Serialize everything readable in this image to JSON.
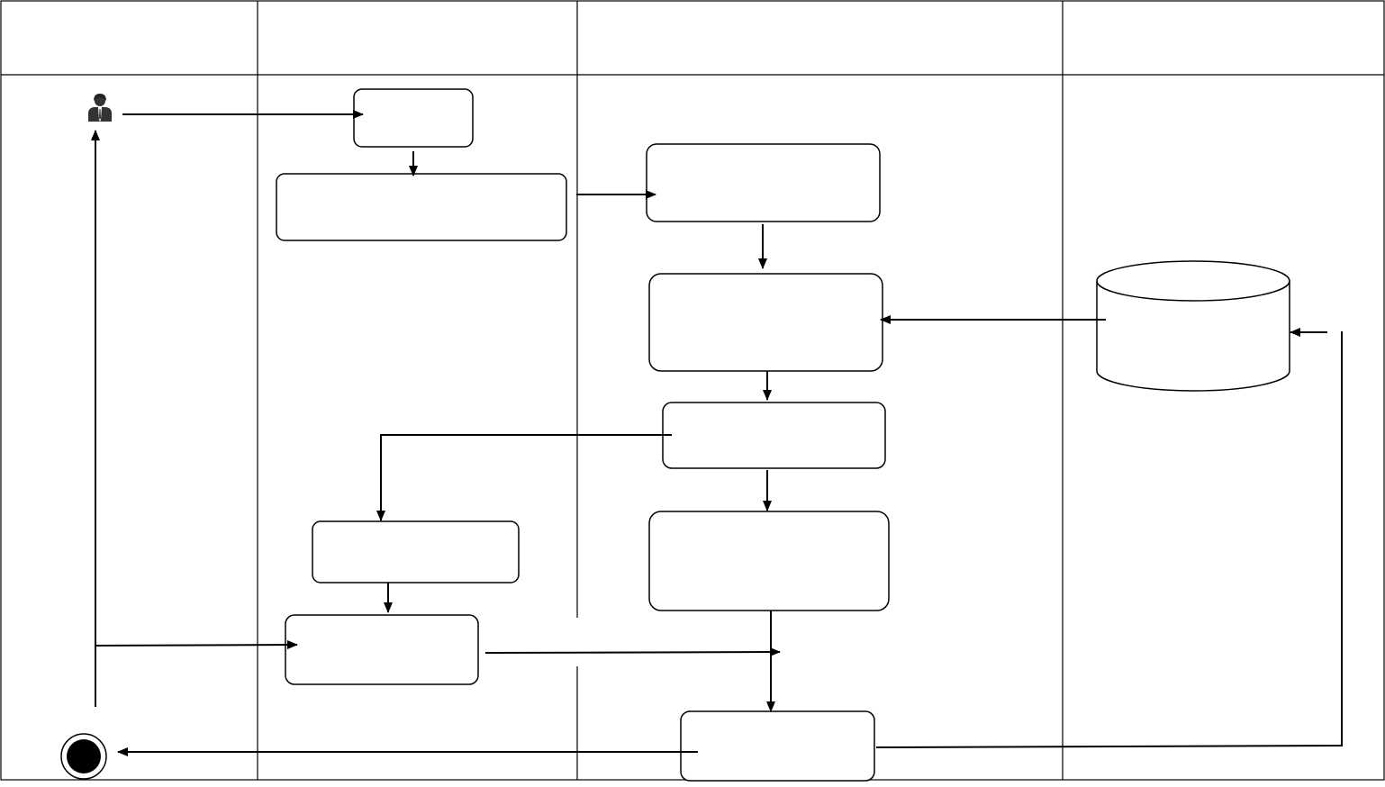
{
  "diagram": {
    "type": "swimlane-activity-diagram",
    "lanes": [
      {
        "id": "lane-1",
        "label": ""
      },
      {
        "id": "lane-2",
        "label": ""
      },
      {
        "id": "lane-3",
        "label": ""
      },
      {
        "id": "lane-4",
        "label": ""
      }
    ],
    "nodes": [
      {
        "id": "actor-start",
        "kind": "actor-icon",
        "icon": "person-icon",
        "label": ""
      },
      {
        "id": "box-1",
        "kind": "activity",
        "label": ""
      },
      {
        "id": "box-2",
        "kind": "activity",
        "label": ""
      },
      {
        "id": "box-3",
        "kind": "activity",
        "label": ""
      },
      {
        "id": "box-4",
        "kind": "activity",
        "label": ""
      },
      {
        "id": "box-5",
        "kind": "activity",
        "label": ""
      },
      {
        "id": "box-6",
        "kind": "activity",
        "label": ""
      },
      {
        "id": "box-7",
        "kind": "activity",
        "label": ""
      },
      {
        "id": "box-8",
        "kind": "activity",
        "label": ""
      },
      {
        "id": "box-9",
        "kind": "activity",
        "label": ""
      },
      {
        "id": "database",
        "kind": "datastore",
        "icon": "database-cylinder-icon",
        "label": ""
      },
      {
        "id": "end",
        "kind": "final-node",
        "icon": "end-node-icon",
        "label": ""
      }
    ],
    "edges": [
      {
        "from": "actor-start",
        "to": "box-1"
      },
      {
        "from": "box-1",
        "to": "box-2"
      },
      {
        "from": "box-2",
        "to": "box-3"
      },
      {
        "from": "box-3",
        "to": "box-4"
      },
      {
        "from": "database",
        "to": "box-4"
      },
      {
        "from": "box-4",
        "to": "box-5"
      },
      {
        "from": "box-5",
        "to": "box-7"
      },
      {
        "from": "box-5",
        "to": "box-6"
      },
      {
        "from": "box-7",
        "to": "box-8"
      },
      {
        "from": "box-8",
        "to": "box-9"
      },
      {
        "from": "box-6",
        "to": "box-9"
      },
      {
        "from": "actor-start",
        "to": "box-8"
      },
      {
        "from": "box-9",
        "to": "end"
      },
      {
        "from": "box-9",
        "to": "database"
      }
    ],
    "colors": {
      "stroke": "#000000",
      "background": "#ffffff",
      "actor": "#333333"
    }
  }
}
